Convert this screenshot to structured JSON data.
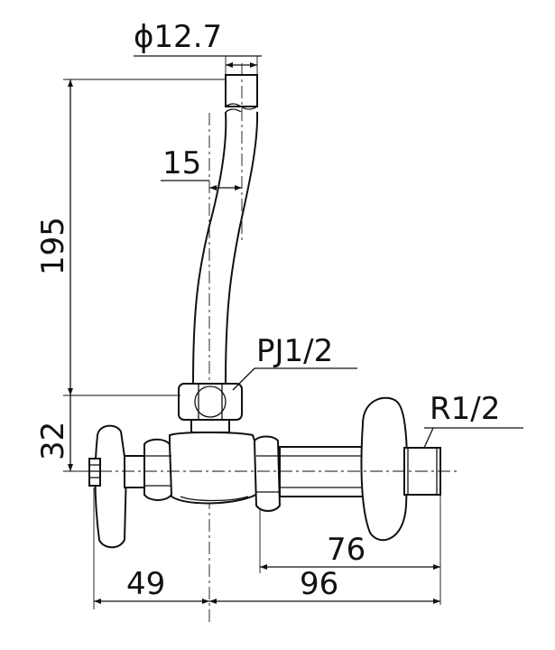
{
  "dimensions": {
    "pipe_diameter": "ϕ12.7",
    "bend_offset": "15",
    "pipe_height": "195",
    "nut_height": "32",
    "nut_thread": "PJ1/2",
    "inlet_thread": "R1/2",
    "flange_to_end": "76",
    "center_to_end": "96",
    "handle_to_center": "49"
  }
}
